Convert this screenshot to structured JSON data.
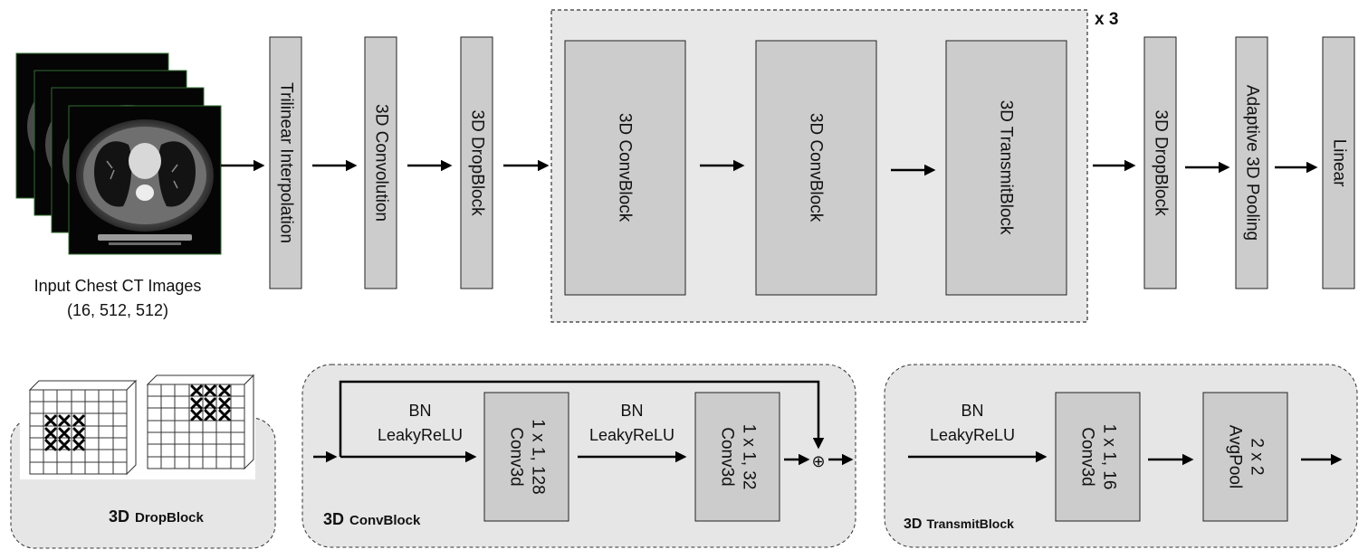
{
  "input": {
    "caption_line1": "Input Chest CT Images",
    "caption_line2": "(16, 512, 512)"
  },
  "pipeline": {
    "trilinear": "Trilinear Interpolation",
    "conv3d": "3D  Convolution",
    "dropblock1": "3D  DropBlock",
    "convblock1": "3D  ConvBlock",
    "convblock2": "3D  ConvBlock",
    "transmitblock": "3D TransmitBlock",
    "repeat": "x 3",
    "dropblock2": "3D  DropBlock",
    "pooling": "Adaptive 3D Pooling",
    "linear": "Linear"
  },
  "dropblock_panel": {
    "title_prefix": "3D",
    "title_suffix": "DropBlock"
  },
  "convblock_panel": {
    "bn1": "BN",
    "act1": "LeakyReLU",
    "conv1_name": "Conv3d",
    "conv1_k": "1 x 1, 128",
    "bn2": "BN",
    "act2": "LeakyReLU",
    "conv2_name": "Conv3d",
    "conv2_k": "1 x 1, 32",
    "plus": "⊕",
    "title_prefix": "3D",
    "title_suffix": "ConvBlock"
  },
  "transmit_panel": {
    "bn": "BN",
    "act": "LeakyReLU",
    "conv_name": "Conv3d",
    "conv_k": "1 x 1, 16",
    "pool_name": "AvgPool",
    "pool_k": "2 x 2",
    "title_prefix": "3D",
    "title_suffix": "TransmitBlock"
  }
}
